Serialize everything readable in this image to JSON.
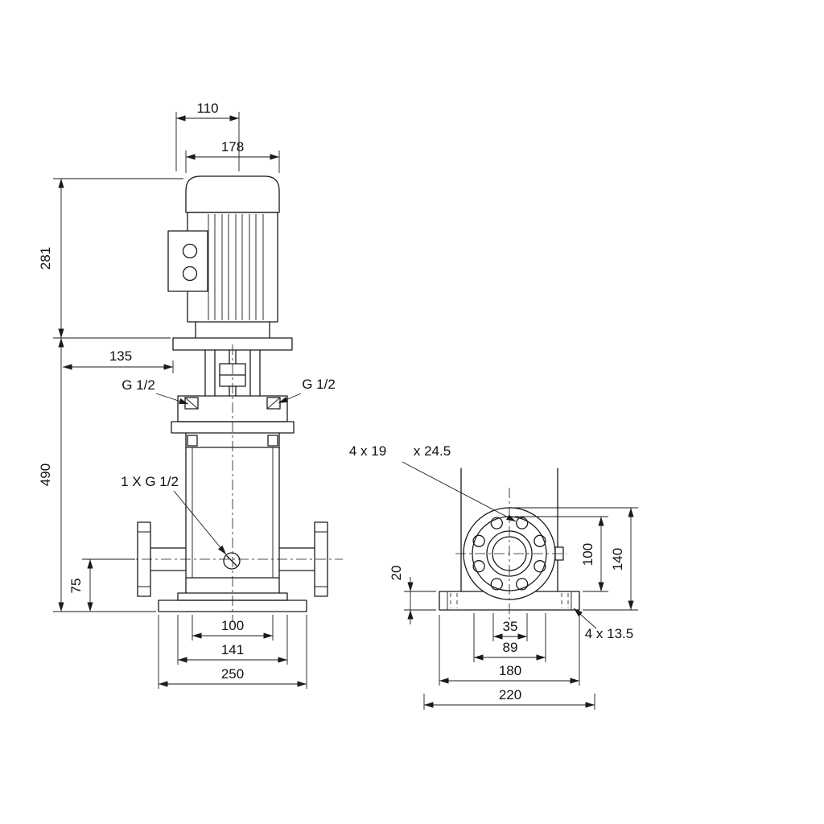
{
  "colors": {
    "line": "#1a1a1a",
    "background": "#ffffff"
  },
  "front_view": {
    "dim_motor_depth": "110",
    "dim_motor_width": "178",
    "dim_motor_height": "281",
    "dim_head_width": "135",
    "dim_pump_height": "490",
    "dim_port_height": "75",
    "dim_inner_width": "100",
    "dim_flange_width": "141",
    "dim_base_width": "250",
    "label_plug_left": "G 1/2",
    "label_plug_right": "G 1/2",
    "label_drain_plug": "1 X G 1/2"
  },
  "side_view": {
    "callout_flange_holes": "4 x 19",
    "callout_flange_depth": "x 24.5",
    "dim_base_thickness": "20",
    "dim_port_face_height": "100",
    "dim_flange_top_height": "140",
    "dim_port_bore": "35",
    "dim_raised_face": "89",
    "dim_bolt_span": "180",
    "dim_base_width": "220",
    "callout_base_holes": "4 x 13.5"
  }
}
